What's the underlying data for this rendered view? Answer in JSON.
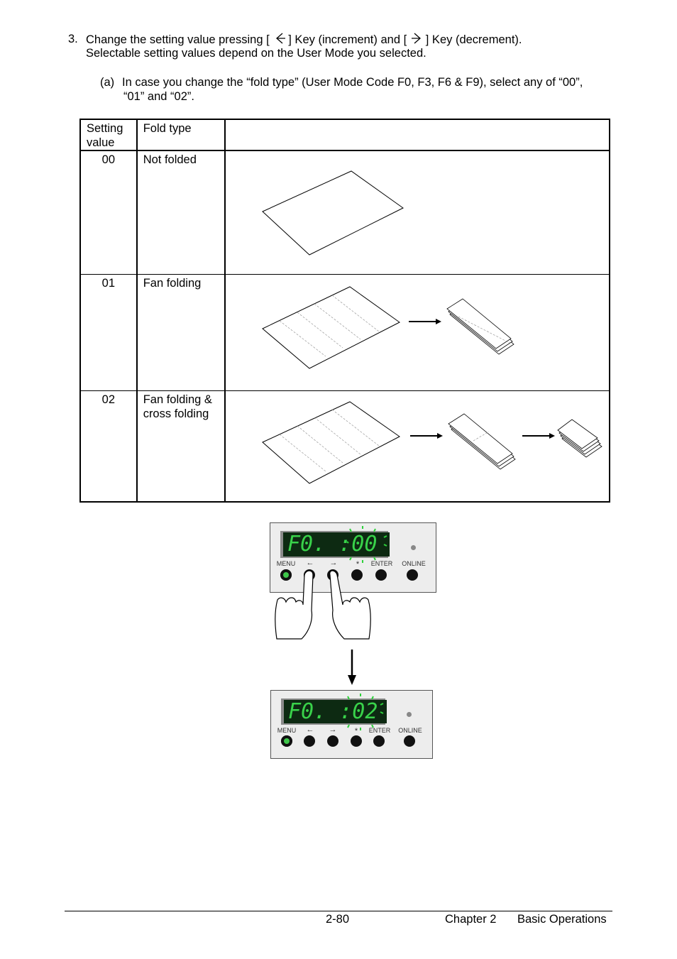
{
  "step": {
    "number": "3.",
    "line1_a": "Change the setting value pressing [",
    "line1_b": "] Key (increment) and [",
    "line1_c": "] Key (decrement).",
    "line2": "Selectable setting values depend on the User Mode you selected."
  },
  "sub": {
    "label": "(a)",
    "line1": "In case you change the “fold type” (User Mode Code F0, F3, F6 & F9), select any of “00”,",
    "line2": "“01” and “02”."
  },
  "table": {
    "header": {
      "col1_line1": "Setting",
      "col1_line2": "value",
      "col2": "Fold type",
      "col3": ""
    },
    "rows": [
      {
        "value": "00",
        "type_line1": "Not folded",
        "type_line2": ""
      },
      {
        "value": "01",
        "type_line1": "Fan folding",
        "type_line2": ""
      },
      {
        "value": "02",
        "type_line1": "Fan folding &",
        "type_line2": "cross folding"
      }
    ]
  },
  "panel_before": {
    "display": "F0. :00",
    "labels": [
      "MENU",
      "←",
      "→",
      "*",
      "ENTER",
      "ONLINE"
    ]
  },
  "panel_after": {
    "display": "F0. :02",
    "labels": [
      "MENU",
      "←",
      "→",
      "*",
      "ENTER",
      "ONLINE"
    ]
  },
  "footer": {
    "page": "2-80",
    "chapter": "Chapter 2",
    "section": "Basic Operations"
  }
}
